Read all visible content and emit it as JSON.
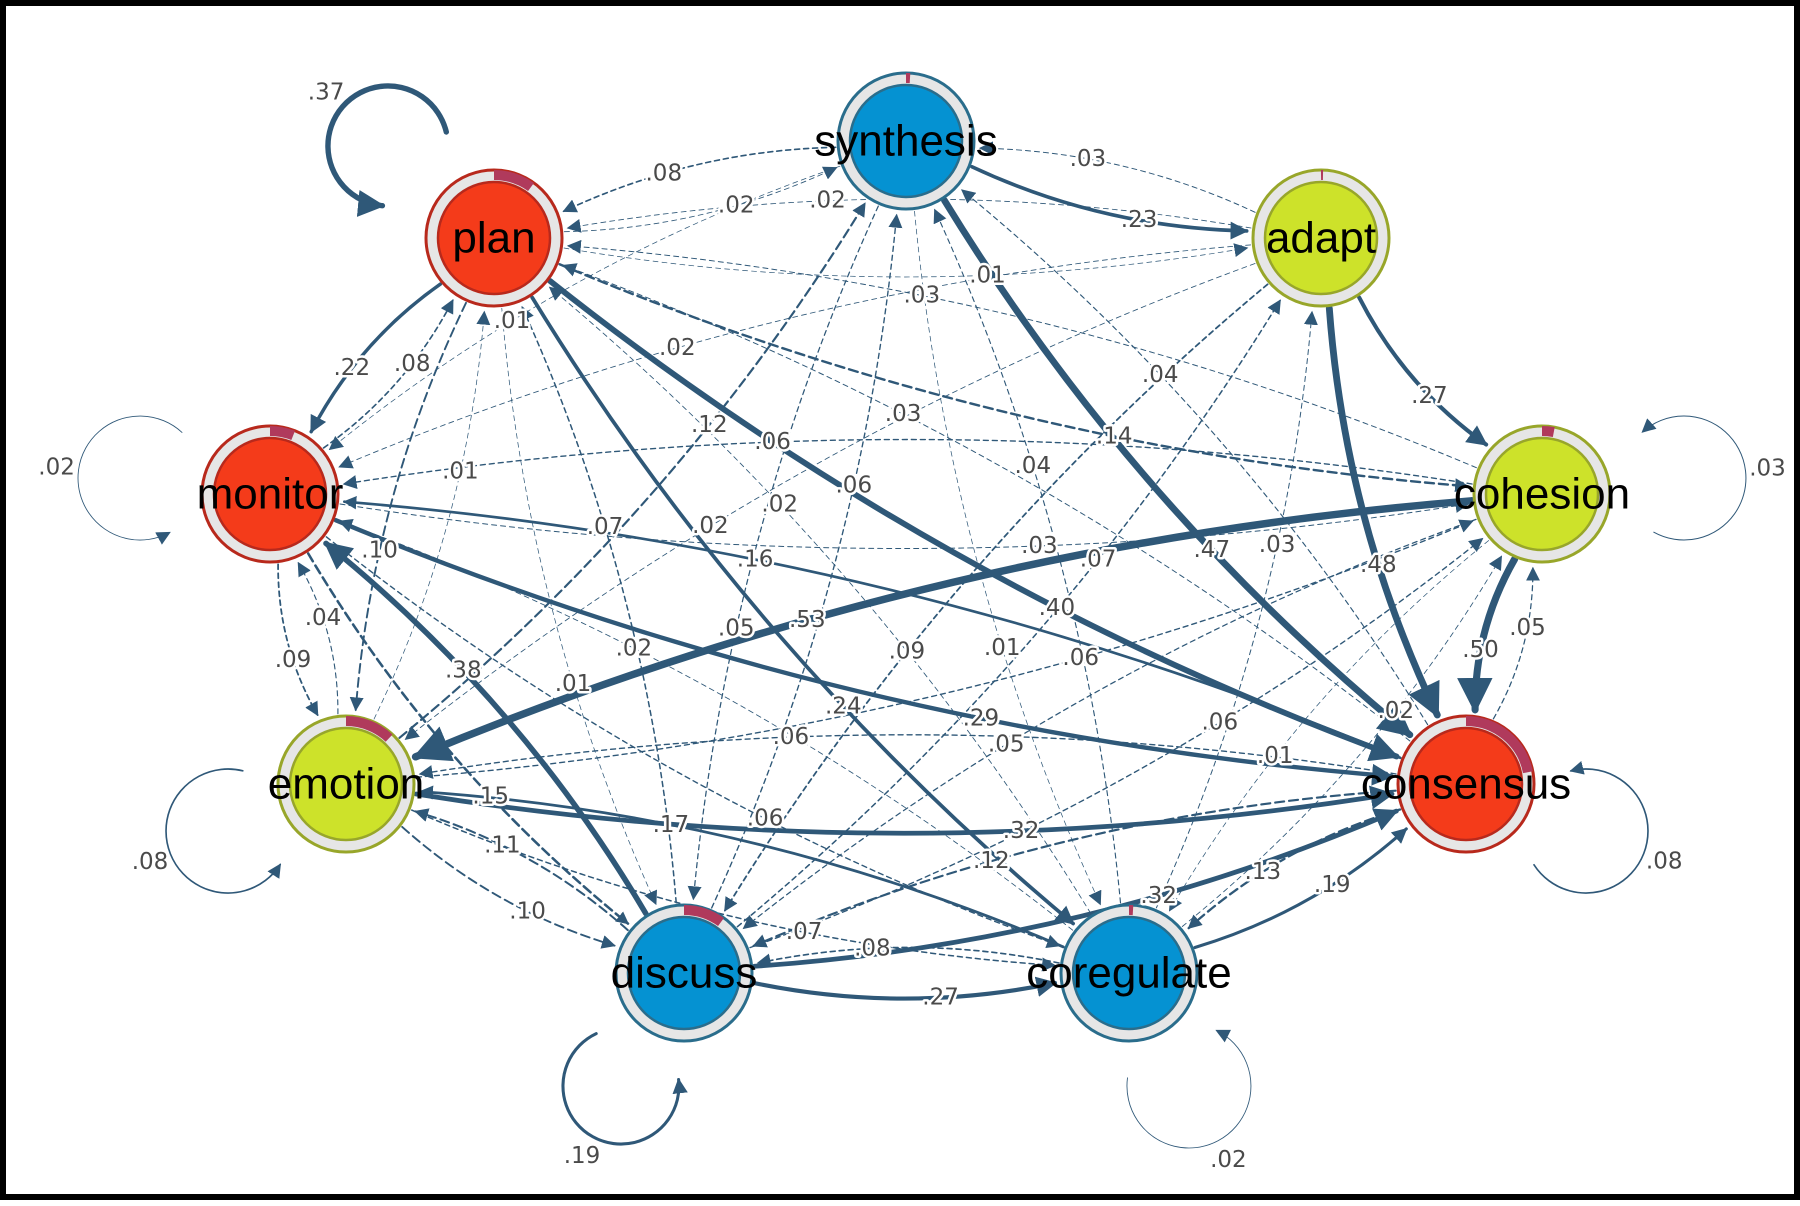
{
  "diagram": {
    "edge_color": "#2f5878",
    "nodes": [
      {
        "id": "synthesis",
        "label": "synthesis",
        "fill": "#0592d2",
        "ring": "#2a6d8c",
        "pie": 0.01
      },
      {
        "id": "adapt",
        "label": "adapt",
        "fill": "#cde22a",
        "ring": "#98a62a",
        "pie": 0.005
      },
      {
        "id": "cohesion",
        "label": "cohesion",
        "fill": "#cde22a",
        "ring": "#98a62a",
        "pie": 0.03
      },
      {
        "id": "consensus",
        "label": "consensus",
        "fill": "#f43b1a",
        "ring": "#b8291c",
        "pie": 0.22
      },
      {
        "id": "coregulate",
        "label": "coregulate",
        "fill": "#0592d2",
        "ring": "#2a6d8c",
        "pie": 0.01
      },
      {
        "id": "discuss",
        "label": "discuss",
        "fill": "#0592d2",
        "ring": "#2a6d8c",
        "pie": 0.1
      },
      {
        "id": "emotion",
        "label": "emotion",
        "fill": "#cde22a",
        "ring": "#98a62a",
        "pie": 0.12
      },
      {
        "id": "monitor",
        "label": "monitor",
        "fill": "#f43b1a",
        "ring": "#b8291c",
        "pie": 0.06
      },
      {
        "id": "plan",
        "label": "plan",
        "fill": "#f43b1a",
        "ring": "#b8291c",
        "pie": 0.1
      }
    ],
    "self_loops": [
      {
        "node": "plan",
        "label": ".37",
        "weight": 0.37
      },
      {
        "node": "monitor",
        "label": ".02",
        "weight": 0.02
      },
      {
        "node": "cohesion",
        "label": ".03",
        "weight": 0.03
      },
      {
        "node": "emotion",
        "label": ".08",
        "weight": 0.08
      },
      {
        "node": "consensus",
        "label": ".08",
        "weight": 0.08
      },
      {
        "node": "discuss",
        "label": ".19",
        "weight": 0.19
      },
      {
        "node": "coregulate",
        "label": ".02",
        "weight": 0.02
      }
    ],
    "edges": [
      {
        "from": "synthesis",
        "to": "plan",
        "label": ".08",
        "weight": 0.08
      },
      {
        "from": "synthesis",
        "to": "adapt",
        "label": ".23",
        "weight": 0.23
      },
      {
        "from": "synthesis",
        "to": "consensus",
        "label": ".47",
        "weight": 0.47
      },
      {
        "from": "adapt",
        "to": "plan",
        "label": ".02",
        "weight": 0.02
      },
      {
        "from": "adapt",
        "to": "cohesion",
        "label": ".27",
        "weight": 0.27
      },
      {
        "from": "adapt",
        "to": "consensus",
        "label": ".48",
        "weight": 0.48
      },
      {
        "from": "adapt",
        "to": "synthesis",
        "label": ".03",
        "weight": 0.03
      },
      {
        "from": "adapt",
        "to": "monitor",
        "label": ".02",
        "weight": 0.02
      },
      {
        "from": "plan",
        "to": "synthesis",
        "label": ".02",
        "weight": 0.02
      },
      {
        "from": "plan",
        "to": "cohesion",
        "label": ".14",
        "weight": 0.14
      },
      {
        "from": "plan",
        "to": "consensus",
        "label": ".40",
        "weight": 0.4
      },
      {
        "from": "plan",
        "to": "monitor",
        "label": ".22",
        "weight": 0.22
      },
      {
        "from": "plan",
        "to": "coregulate",
        "label": ".24",
        "weight": 0.24
      },
      {
        "from": "plan",
        "to": "emotion",
        "label": ".10",
        "weight": 0.1
      },
      {
        "from": "plan",
        "to": "discuss",
        "label": ".01",
        "weight": 0.01
      },
      {
        "from": "monitor",
        "to": "plan",
        "label": ".08",
        "weight": 0.08
      },
      {
        "from": "monitor",
        "to": "emotion",
        "label": ".09",
        "weight": 0.09
      },
      {
        "from": "monitor",
        "to": "consensus",
        "label": ".29",
        "weight": 0.29
      },
      {
        "from": "monitor",
        "to": "discuss",
        "label": ".15",
        "weight": 0.15
      },
      {
        "from": "monitor",
        "to": "cohesion",
        "label": ".03",
        "weight": 0.03
      },
      {
        "from": "cohesion",
        "to": "emotion",
        "label": ".53",
        "weight": 0.53
      },
      {
        "from": "cohesion",
        "to": "monitor",
        "label": ".06",
        "weight": 0.06
      },
      {
        "from": "cohesion",
        "to": "consensus",
        "label": ".50",
        "weight": 0.5
      },
      {
        "from": "cohesion",
        "to": "discuss",
        "label": ".05",
        "weight": 0.05
      },
      {
        "from": "cohesion",
        "to": "coregulate",
        "label": ".01",
        "weight": 0.01
      },
      {
        "from": "emotion",
        "to": "monitor",
        "label": ".04",
        "weight": 0.04
      },
      {
        "from": "emotion",
        "to": "consensus",
        "label": ".32",
        "weight": 0.32
      },
      {
        "from": "emotion",
        "to": "discuss",
        "label": ".10",
        "weight": 0.1
      },
      {
        "from": "emotion",
        "to": "coregulate",
        "label": ".07",
        "weight": 0.07
      },
      {
        "from": "emotion",
        "to": "plan",
        "label": ".01",
        "weight": 0.01
      },
      {
        "from": "emotion",
        "to": "synthesis",
        "label": ".12",
        "weight": 0.12
      },
      {
        "from": "consensus",
        "to": "emotion",
        "label": ".06",
        "weight": 0.06
      },
      {
        "from": "consensus",
        "to": "cohesion",
        "label": ".05",
        "weight": 0.05
      },
      {
        "from": "consensus",
        "to": "discuss",
        "label": ".12",
        "weight": 0.12
      },
      {
        "from": "consensus",
        "to": "coregulate",
        "label": ".13",
        "weight": 0.13
      },
      {
        "from": "consensus",
        "to": "plan",
        "label": ".03",
        "weight": 0.03
      },
      {
        "from": "consensus",
        "to": "monitor",
        "label": ".16",
        "weight": 0.16
      },
      {
        "from": "discuss",
        "to": "monitor",
        "label": ".38",
        "weight": 0.38
      },
      {
        "from": "discuss",
        "to": "emotion",
        "label": ".11",
        "weight": 0.11
      },
      {
        "from": "discuss",
        "to": "coregulate",
        "label": ".27",
        "weight": 0.27
      },
      {
        "from": "discuss",
        "to": "consensus",
        "label": ".32",
        "weight": 0.32
      },
      {
        "from": "discuss",
        "to": "plan",
        "label": ".07",
        "weight": 0.07
      },
      {
        "from": "discuss",
        "to": "synthesis",
        "label": ".06",
        "weight": 0.06
      },
      {
        "from": "discuss",
        "to": "adapt",
        "label": ".07",
        "weight": 0.07
      },
      {
        "from": "coregulate",
        "to": "discuss",
        "label": ".08",
        "weight": 0.08
      },
      {
        "from": "coregulate",
        "to": "consensus",
        "label": ".19",
        "weight": 0.19
      },
      {
        "from": "coregulate",
        "to": "emotion",
        "label": ".17",
        "weight": 0.17
      },
      {
        "from": "coregulate",
        "to": "synthesis",
        "label": ".04",
        "weight": 0.04
      },
      {
        "from": "coregulate",
        "to": "plan",
        "label": ".02",
        "weight": 0.02
      },
      {
        "from": "coregulate",
        "to": "cohesion",
        "label": ".02",
        "weight": 0.02
      },
      {
        "from": "coregulate",
        "to": "adapt",
        "label": ".03",
        "weight": 0.03
      },
      {
        "from": "synthesis",
        "to": "coregulate",
        "label": ".01",
        "weight": 0.01
      },
      {
        "from": "plan",
        "to": "adapt",
        "label": ".01",
        "weight": 0.01
      },
      {
        "from": "adapt",
        "to": "emotion",
        "label": ".02",
        "weight": 0.02
      },
      {
        "from": "synthesis",
        "to": "discuss",
        "label": ".05",
        "weight": 0.05
      },
      {
        "from": "monitor",
        "to": "coregulate",
        "label": ".06",
        "weight": 0.06
      },
      {
        "from": "emotion",
        "to": "cohesion",
        "label": ".06",
        "weight": 0.06
      },
      {
        "from": "adapt",
        "to": "discuss",
        "label": ".09",
        "weight": 0.09
      },
      {
        "from": "cohesion",
        "to": "plan",
        "label": ".03",
        "weight": 0.03
      },
      {
        "from": "discuss",
        "to": "cohesion",
        "label": ".06",
        "weight": 0.06
      },
      {
        "from": "consensus",
        "to": "synthesis",
        "label": ".04",
        "weight": 0.04
      },
      {
        "from": "coregulate",
        "to": "monitor",
        "label": ".02",
        "weight": 0.02
      },
      {
        "from": "synthesis",
        "to": "monitor",
        "label": ".01",
        "weight": 0.01
      }
    ]
  }
}
